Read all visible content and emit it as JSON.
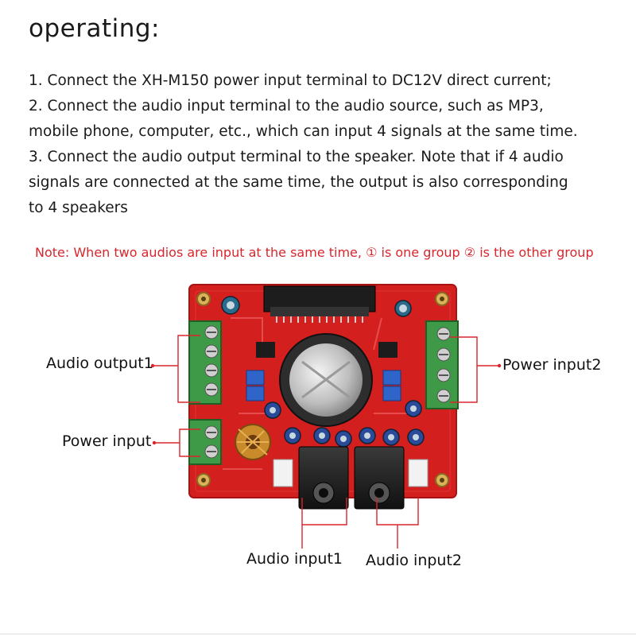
{
  "heading": "operating:",
  "steps": [
    "1. Connect the XH-M150 power input terminal to DC12V direct current;",
    "2. Connect the audio input terminal to the audio source, such as MP3,",
    " mobile phone, computer, etc., which can input 4 signals at the same time.",
    "3. Connect the audio output terminal to the speaker. Note that if 4 audio",
    "signals are connected at the same time, the output is also corresponding",
    " to 4 speakers"
  ],
  "note": "Note: When two audios are input at the same time, ① is one group ② is the other group",
  "labels": {
    "audio_output1": "Audio output1",
    "power_input": "Power input",
    "power_input2": "Power input2",
    "audio_input1": "Audio input1",
    "audio_input2": "Audio input2"
  },
  "colors": {
    "board": "#d62020",
    "terminal": "#3e9a46",
    "callout": "#d8262c",
    "note": "#d8262c"
  }
}
